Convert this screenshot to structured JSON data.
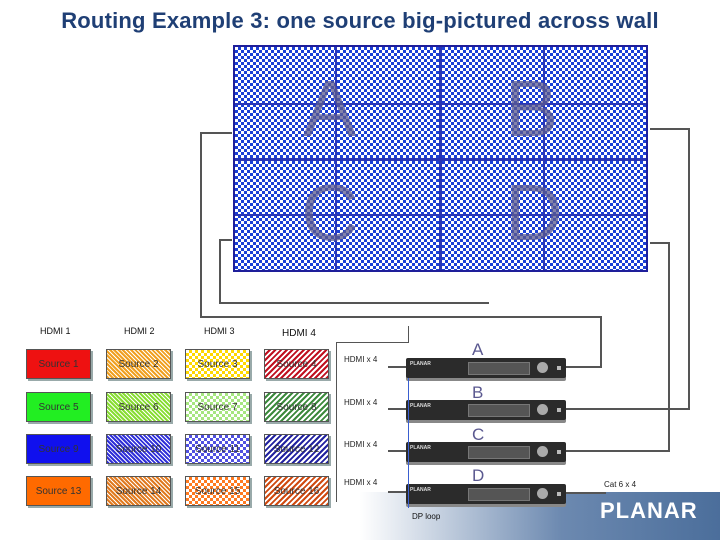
{
  "title": "Routing Example 3: one source big-pictured across wall",
  "wall_letters": [
    "A",
    "B",
    "C",
    "D"
  ],
  "hdmi_headers": [
    "HDMI 1",
    "HDMI 2",
    "HDMI 3",
    "HDMI 4"
  ],
  "sources": [
    {
      "label": "Source 1",
      "color": "#ee1111"
    },
    {
      "label": "Source 2",
      "color": "#f0a020"
    },
    {
      "label": "Source 3",
      "color": "#ffd800"
    },
    {
      "label": "Source 4",
      "color": "#c01020"
    },
    {
      "label": "Source 5",
      "color": "#22ee22"
    },
    {
      "label": "Source 6",
      "color": "#88dd33"
    },
    {
      "label": "Source 7",
      "color": "#a6e680"
    },
    {
      "label": "Source 8",
      "color": "#3c8a3c"
    },
    {
      "label": "Source 9",
      "color": "#1010ee"
    },
    {
      "label": "Source 10",
      "color": "#3030d8"
    },
    {
      "label": "Source 11",
      "color": "#5050e0"
    },
    {
      "label": "Source 12",
      "color": "#2222a0"
    },
    {
      "label": "Source 13",
      "color": "#ff6a00"
    },
    {
      "label": "Source 14",
      "color": "#e07a20"
    },
    {
      "label": "Source 15",
      "color": "#ff7a20"
    },
    {
      "label": "Source 16",
      "color": "#d04a10"
    }
  ],
  "hdmi_x4": [
    "HDMI x 4",
    "HDMI x 4",
    "HDMI x 4",
    "HDMI x 4"
  ],
  "unit_letters": [
    "A",
    "B",
    "C",
    "D"
  ],
  "cat6_label": "Cat 6 x 4",
  "dp_loop_label": "DP loop",
  "brand": "PLANAR",
  "rack_brand": "PLANAR"
}
